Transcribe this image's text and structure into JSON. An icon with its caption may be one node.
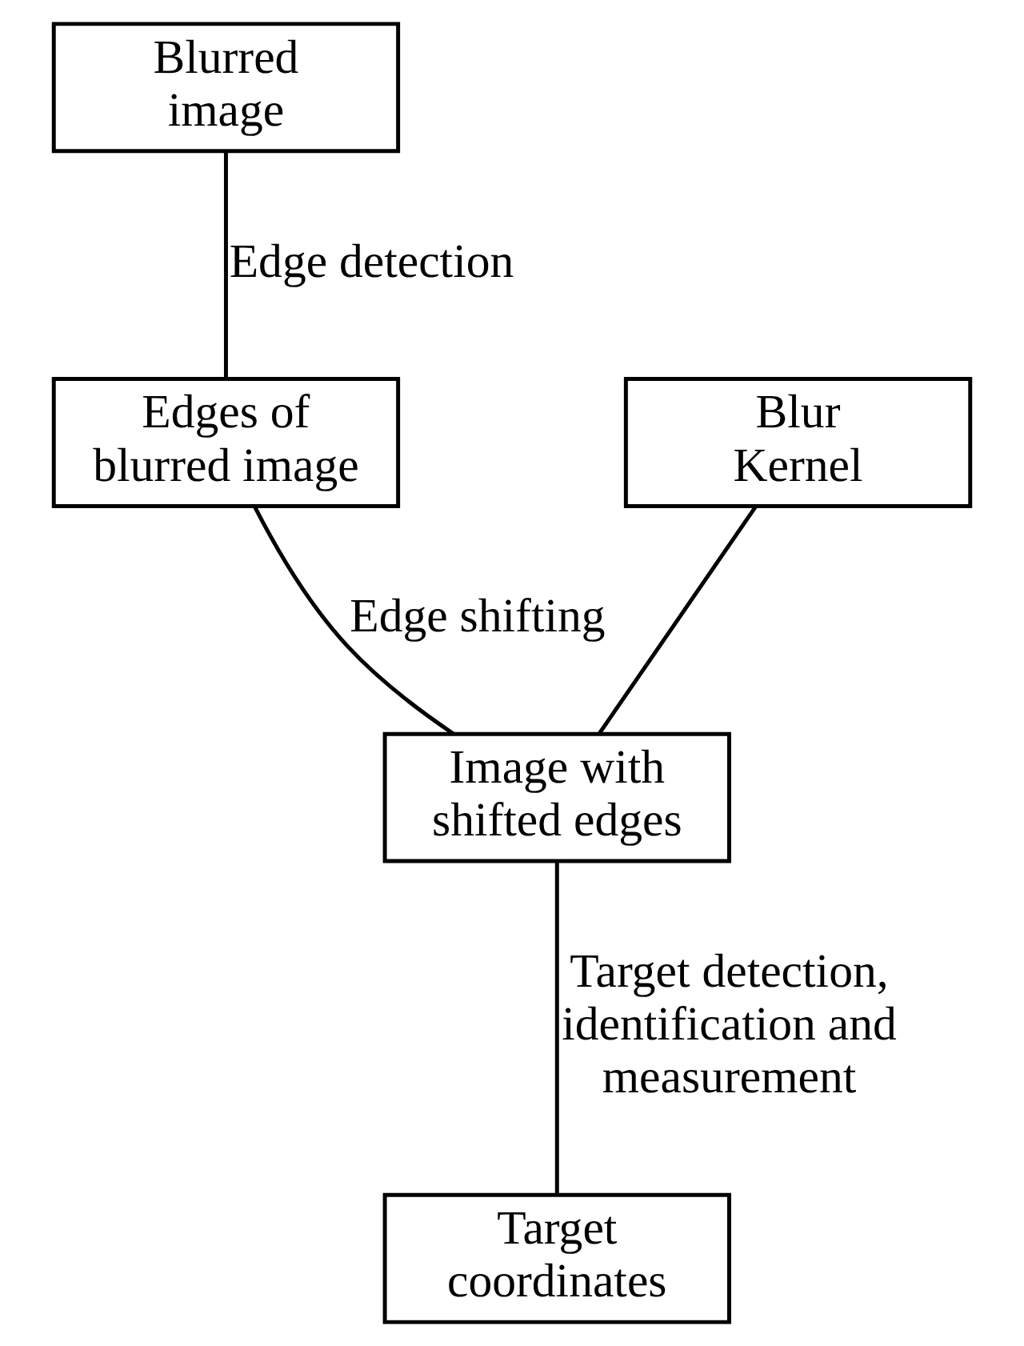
{
  "diagram": {
    "nodes": [
      {
        "text": [
          "Blurred image"
        ]
      },
      {
        "text": [
          "Edges of blurred image"
        ]
      },
      {
        "text": [
          "Blur Kernel"
        ]
      },
      {
        "text": [
          "Image with shifted edges"
        ]
      },
      {
        "text": [
          "Target coordinates"
        ]
      }
    ],
    "edges": [
      {
        "from": 0,
        "to": 1,
        "arrow": "none",
        "label": "Edge detection"
      },
      {
        "from": 1,
        "to": 3,
        "arrow": "none",
        "label": "Edge shifting"
      },
      {
        "from": 2,
        "to": 3,
        "arrow": "none"
      },
      {
        "from": 3,
        "to": 4,
        "arrow": "none",
        "label": "Target detection, identification and measurement"
      }
    ]
  }
}
